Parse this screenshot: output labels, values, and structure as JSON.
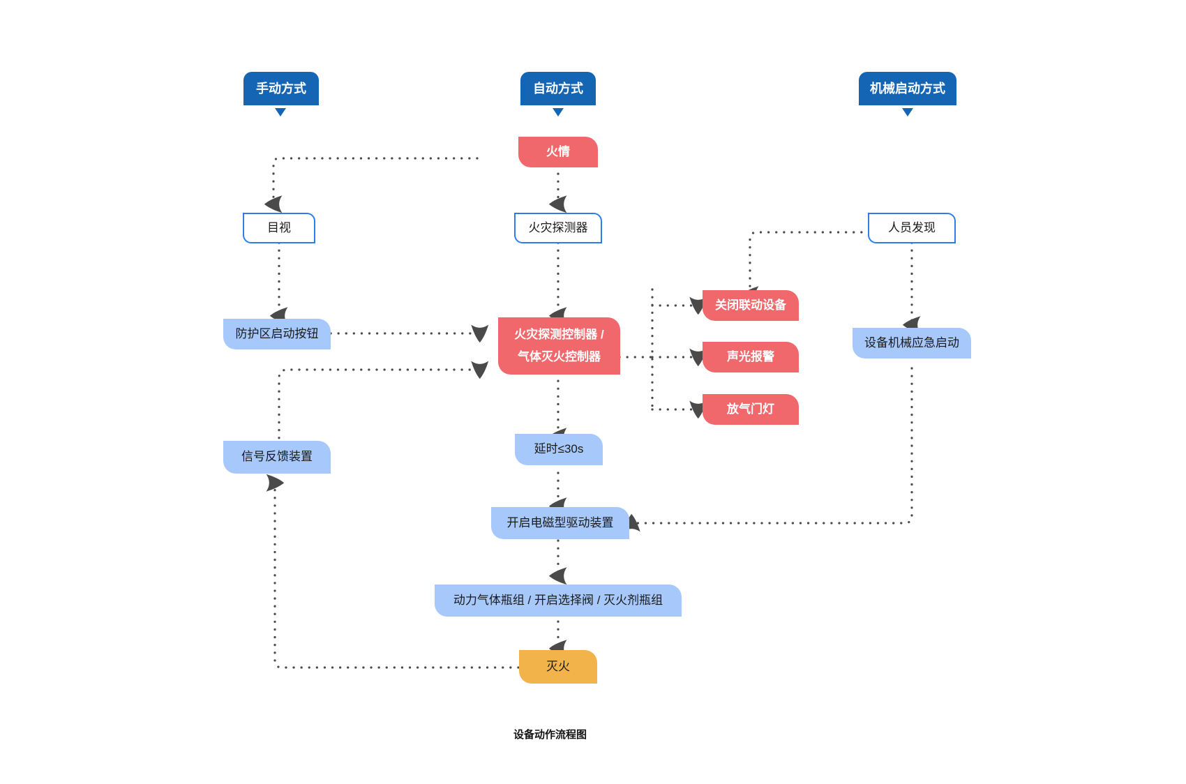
{
  "diagram": {
    "caption": "设备动作流程图",
    "colors": {
      "header_blue": "#1565b5",
      "outline_blue": "#2b7de9",
      "red": "#f0686b",
      "light_blue": "#a7c8fb",
      "amber": "#f2b34a",
      "edge_gray": "#4a4a4a",
      "background": "#ffffff"
    },
    "headers": [
      {
        "id": "manual",
        "label": "手动方式"
      },
      {
        "id": "auto",
        "label": "自动方式"
      },
      {
        "id": "mechanical",
        "label": "机械启动方式"
      }
    ],
    "nodes": [
      {
        "id": "fire",
        "label": "火情",
        "style": "red"
      },
      {
        "id": "visual",
        "label": "目视",
        "style": "outline"
      },
      {
        "id": "detector",
        "label": "火灾探测器",
        "style": "outline"
      },
      {
        "id": "personnel",
        "label": "人员发现",
        "style": "outline"
      },
      {
        "id": "zone-start-button",
        "label": "防护区启动按钮",
        "style": "light-blue"
      },
      {
        "id": "controller-line1",
        "label": "火灾探测控制器 /",
        "style": "red"
      },
      {
        "id": "controller-line2",
        "label": "气体灭火控制器",
        "style": "red"
      },
      {
        "id": "close-linkage",
        "label": "关闭联动设备",
        "style": "red"
      },
      {
        "id": "audible-visual-alarm",
        "label": "声光报警",
        "style": "red"
      },
      {
        "id": "gas-release-lamp",
        "label": "放气门灯",
        "style": "red"
      },
      {
        "id": "mechanical-emergency-start",
        "label": "设备机械应急启动",
        "style": "light-blue"
      },
      {
        "id": "signal-feedback",
        "label": "信号反馈装置",
        "style": "light-blue"
      },
      {
        "id": "delay",
        "label": "延时≤30s",
        "style": "light-blue"
      },
      {
        "id": "open-solenoid-driver",
        "label": "开启电磁型驱动装置",
        "style": "light-blue"
      },
      {
        "id": "bottles",
        "label": "动力气体瓶组 / 开启选择阀 / 灭火剂瓶组",
        "style": "light-blue"
      },
      {
        "id": "extinguish",
        "label": "灭火",
        "style": "amber"
      }
    ]
  }
}
